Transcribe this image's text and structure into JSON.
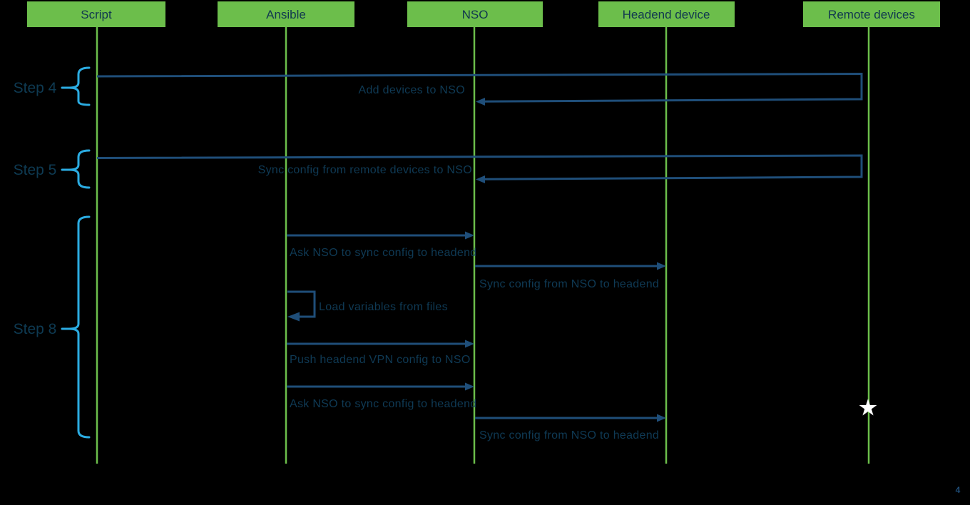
{
  "page": {
    "background": "#000000",
    "page_number": "4"
  },
  "diagram": {
    "type": "sequence-diagram",
    "actors": [
      {
        "label": "Script"
      },
      {
        "label": "Ansible"
      },
      {
        "label": "NSO"
      },
      {
        "label": "Headend device"
      },
      {
        "label": "Remote devices"
      }
    ],
    "steps": [
      {
        "label": "Step 4"
      },
      {
        "label": "Step 5"
      },
      {
        "label": "Step 8"
      }
    ],
    "messages": [
      {
        "step": "Step 4",
        "from": "Script",
        "to": "Remote devices",
        "returns_to": "NSO",
        "label": "Add devices to NSO"
      },
      {
        "step": "Step 5",
        "from": "Script",
        "to": "Remote devices",
        "returns_to": "NSO",
        "label": "Sync config from remote devices to NSO"
      },
      {
        "step": "Step 8",
        "from": "Ansible",
        "to": "NSO",
        "label": "Ask NSO to sync config to headend"
      },
      {
        "step": "Step 8",
        "from": "NSO",
        "to": "Headend device",
        "label": "Sync config from NSO to headend"
      },
      {
        "step": "Step 8",
        "from": "Ansible",
        "to": "Ansible",
        "label": "Load variables from files"
      },
      {
        "step": "Step 8",
        "from": "Ansible",
        "to": "NSO",
        "label": "Push headend VPN config to NSO"
      },
      {
        "step": "Step 8",
        "from": "Ansible",
        "to": "NSO",
        "label": "Ask NSO to sync config to headend"
      },
      {
        "step": "Step 8",
        "from": "NSO",
        "to": "Headend device",
        "label": "Sync config from NSO to headend"
      }
    ],
    "icons": [
      {
        "name": "star-icon",
        "color": "#FFFFFF",
        "on_lifeline": "Remote devices"
      }
    ],
    "colors": {
      "background": "#000000",
      "actor_green": "#6CBE4B",
      "actor_text": "#11374F",
      "arrow_blue": "#1F4E79",
      "message_text": "#0F3A55",
      "step_text": "#0E3A52",
      "brace_blue": "#2BACE2",
      "star_white": "#FFFFFF"
    }
  }
}
